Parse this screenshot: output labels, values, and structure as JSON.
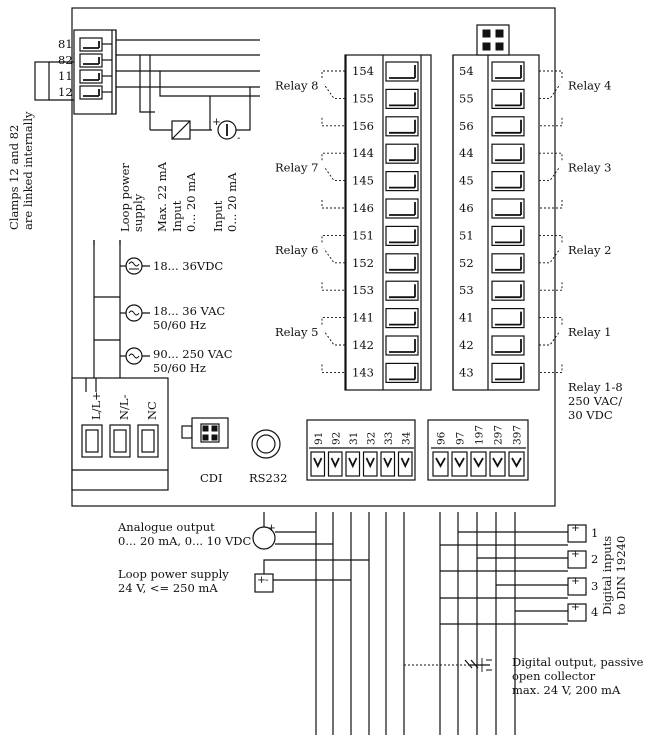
{
  "left_block": {
    "terminals": [
      "81",
      "82",
      "11",
      "12"
    ],
    "clamps_note": [
      "Clamps 12 and 82",
      "are linked internally"
    ],
    "loop_power_label": [
      "Loop power",
      "supply",
      "Max. 22 mA"
    ],
    "input1_label": [
      "Input",
      "0... 20 mA"
    ],
    "input2_label": [
      "Input",
      "0... 20 mA"
    ]
  },
  "power_supplies": [
    {
      "lines": [
        "18... 36VDC"
      ]
    },
    {
      "lines": [
        "18... 36 VAC",
        "50/60 Hz"
      ]
    },
    {
      "lines": [
        "90... 250 VAC",
        "50/60 Hz"
      ]
    }
  ],
  "power_terminal": {
    "labels": [
      "L/L+",
      "N/L-",
      "NC"
    ]
  },
  "connectors": {
    "cdi": "CDI",
    "rs232": "RS232"
  },
  "relays_left": [
    {
      "name": "Relay 8",
      "terminals": [
        "154",
        "155",
        "156"
      ]
    },
    {
      "name": "Relay 7",
      "terminals": [
        "144",
        "145",
        "146"
      ]
    },
    {
      "name": "Relay 6",
      "terminals": [
        "151",
        "152",
        "153"
      ]
    },
    {
      "name": "Relay 5",
      "terminals": [
        "141",
        "142",
        "143"
      ]
    }
  ],
  "relays_right": [
    {
      "name": "Relay 4",
      "terminals": [
        "54",
        "55",
        "56"
      ]
    },
    {
      "name": "Relay 3",
      "terminals": [
        "44",
        "45",
        "46"
      ]
    },
    {
      "name": "Relay 2",
      "terminals": [
        "51",
        "52",
        "53"
      ]
    },
    {
      "name": "Relay 1",
      "terminals": [
        "41",
        "42",
        "43"
      ]
    }
  ],
  "relay_rating": [
    "Relay 1-8",
    "250 VAC/",
    "30 VDC"
  ],
  "bottom_terminals_a": [
    "91",
    "92",
    "31",
    "32",
    "33",
    "34"
  ],
  "bottom_terminals_b": [
    "96",
    "97",
    "197",
    "297",
    "397"
  ],
  "analogue_output": [
    "Analogue output",
    "0... 20 mA, 0... 10 VDC"
  ],
  "loop_power_out": [
    "Loop power supply",
    "24 V, <= 250 mA"
  ],
  "digital_inputs": {
    "numbers": [
      "1",
      "2",
      "3",
      "4"
    ],
    "label": [
      "Digital inputs",
      "to DIN 19240"
    ]
  },
  "digital_output": [
    "Digital output, passive",
    "open collector",
    "max. 24 V, 200 mA"
  ],
  "symbols": {
    "plus": "+",
    "minus": "-"
  }
}
